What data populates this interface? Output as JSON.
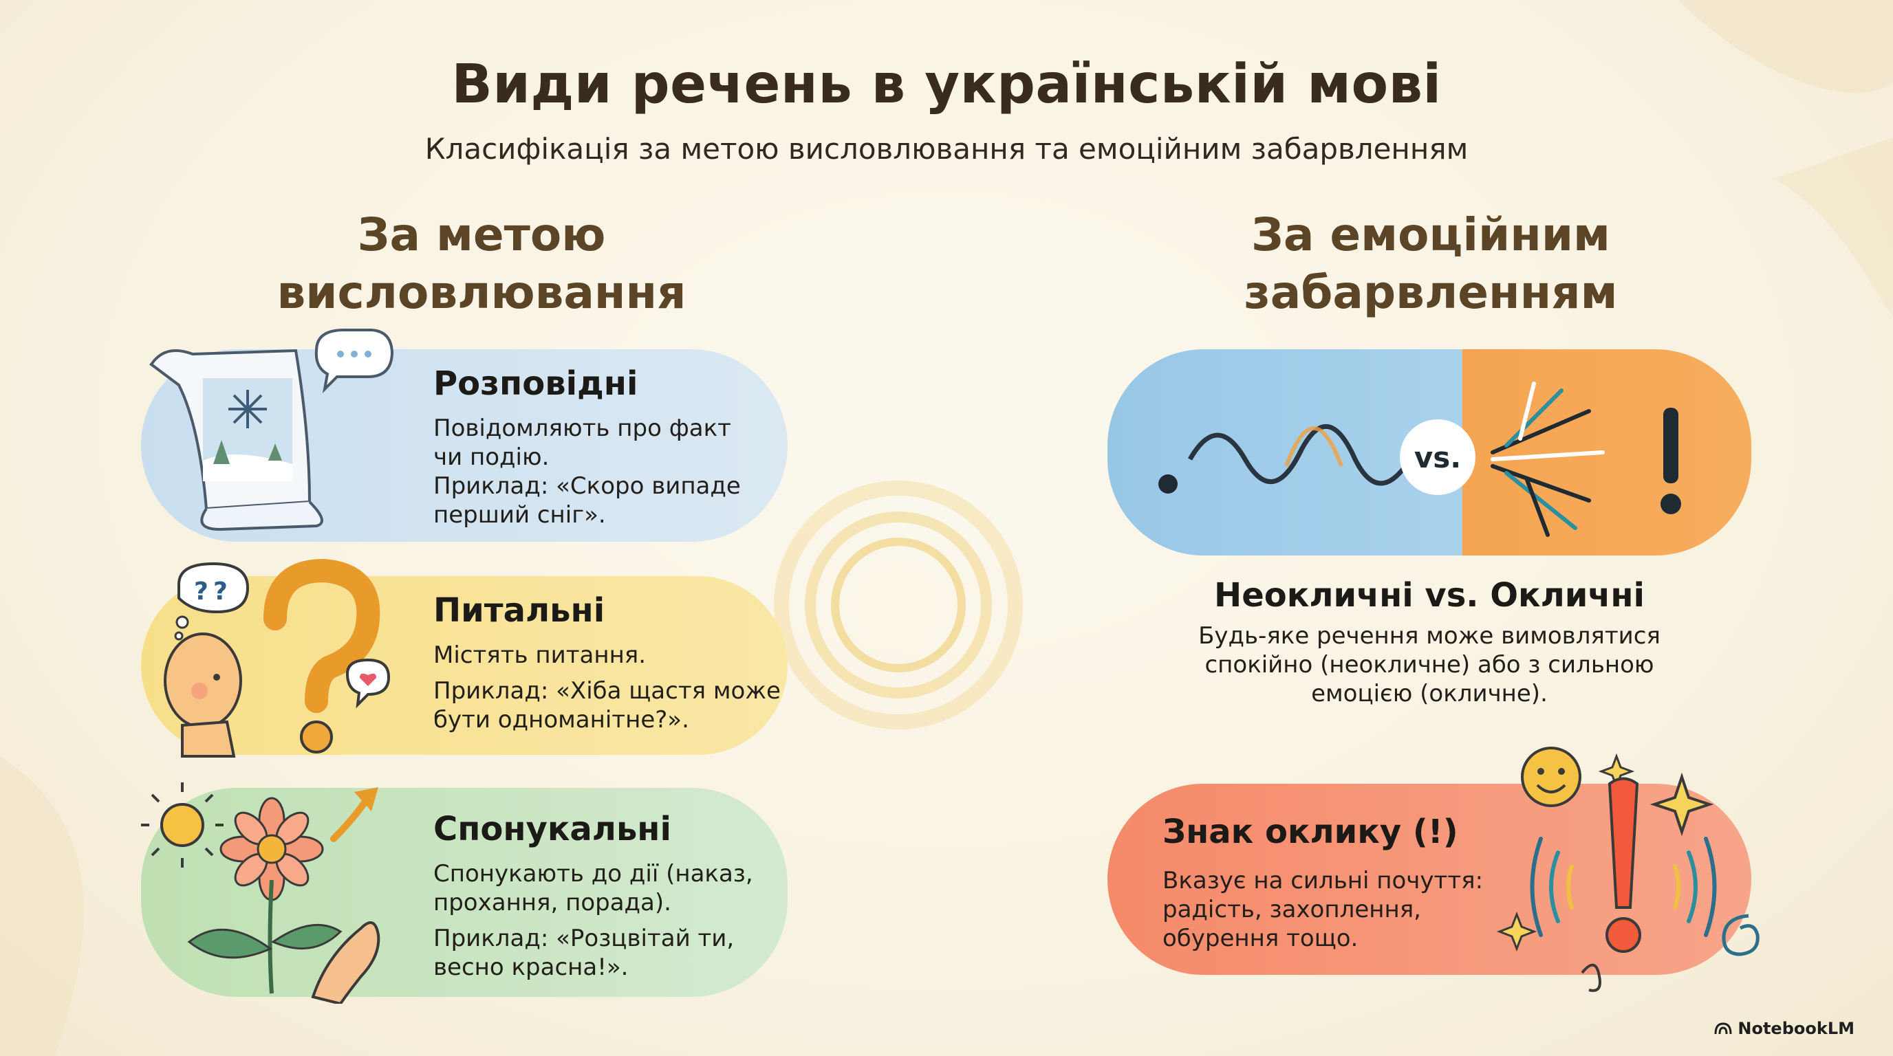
{
  "title": "Види речень в українській мові",
  "subtitle": "Класифікація за метою висловлювання та емоційним забарвленням",
  "left_column": {
    "heading_lines": [
      "За метою",
      "висловлювання"
    ],
    "cards": [
      {
        "title": "Розповідні",
        "lines": [
          "Повідомляють про факт",
          "чи подію.",
          "Приклад: «Скоро випаде",
          "перший сніг»."
        ]
      },
      {
        "title": "Питальні",
        "lines": [
          "Містять питання."
        ],
        "example_lines": [
          "Приклад: «Хіба щастя може",
          "бути одноманітне?»."
        ]
      },
      {
        "title": "Спонукальні",
        "lines": [
          "Спонукають до дії (наказ,",
          "прохання, порада)."
        ],
        "example_lines": [
          "Приклад: «Розцвітай ти,",
          "весно красна!»."
        ]
      }
    ]
  },
  "right_column": {
    "heading_lines": [
      "За емоційним",
      "забарвленням"
    ],
    "comparison": {
      "vs_label": "vs.",
      "title": "Неокличні vs. Окличні",
      "desc_lines": [
        "Будь-яке речення може вимовлятися",
        "спокійно (неокличне) або з сильною",
        "емоцією (окличне)."
      ]
    },
    "exclamation_card": {
      "title": "Знак оклику (!)",
      "lines": [
        "Вказує на сильні почуття:",
        "радість, захоплення,",
        "обурення тощо."
      ]
    }
  },
  "footer": {
    "brand": "NotebookLM"
  },
  "colors": {
    "blue": "#c9dff0",
    "yellow": "#f7df8a",
    "green": "#bfe0b3",
    "orange": "#f5a552",
    "red": "#f58a6a",
    "heading": "#5c4426"
  }
}
